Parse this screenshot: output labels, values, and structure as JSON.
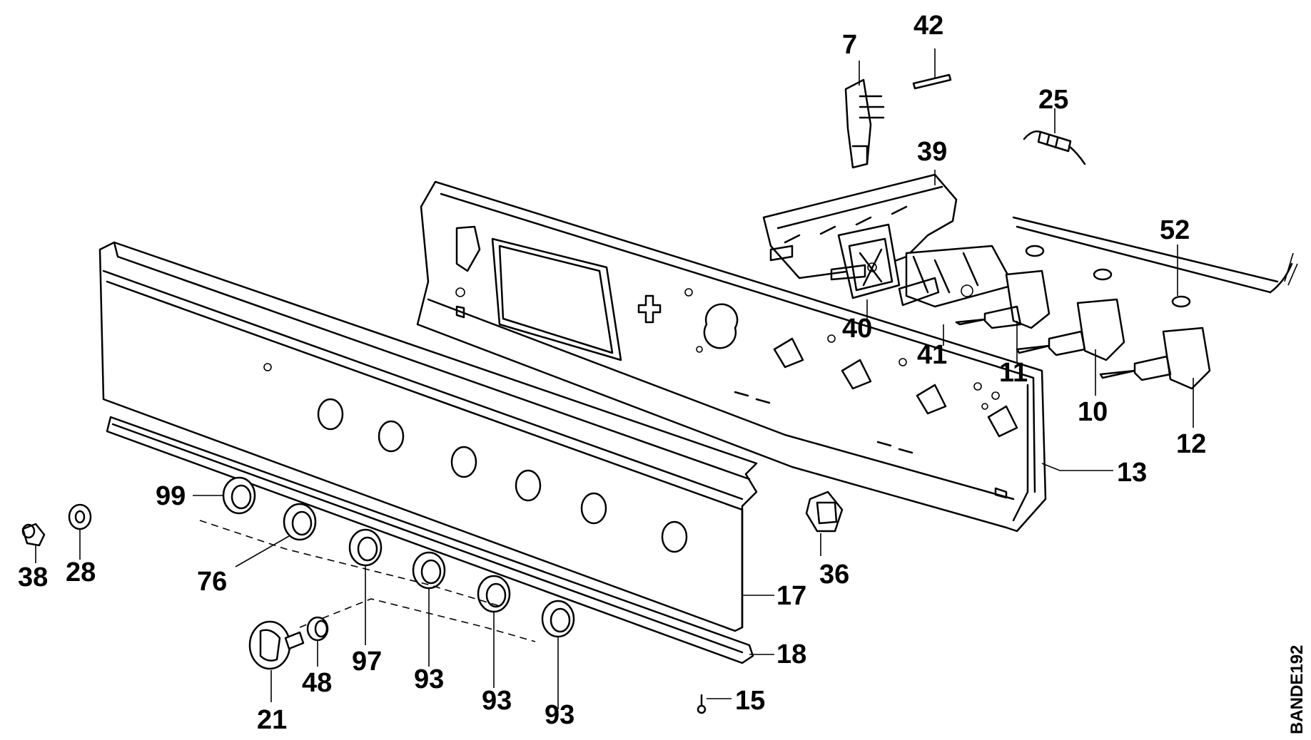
{
  "drawing_code": "BANDE192",
  "callouts": [
    {
      "id": "c7",
      "text": "7"
    },
    {
      "id": "c42",
      "text": "42"
    },
    {
      "id": "c25",
      "text": "25"
    },
    {
      "id": "c39",
      "text": "39"
    },
    {
      "id": "c52",
      "text": "52"
    },
    {
      "id": "c40",
      "text": "40"
    },
    {
      "id": "c41",
      "text": "41"
    },
    {
      "id": "c11",
      "text": "11"
    },
    {
      "id": "c10",
      "text": "10"
    },
    {
      "id": "c12",
      "text": "12"
    },
    {
      "id": "c13",
      "text": "13"
    },
    {
      "id": "c99",
      "text": "99"
    },
    {
      "id": "c38",
      "text": "38"
    },
    {
      "id": "c28",
      "text": "28"
    },
    {
      "id": "c76",
      "text": "76"
    },
    {
      "id": "c36",
      "text": "36"
    },
    {
      "id": "c17",
      "text": "17"
    },
    {
      "id": "c97",
      "text": "97"
    },
    {
      "id": "c93a",
      "text": "93"
    },
    {
      "id": "c93b",
      "text": "93"
    },
    {
      "id": "c93c",
      "text": "93"
    },
    {
      "id": "c18",
      "text": "18"
    },
    {
      "id": "c48",
      "text": "48"
    },
    {
      "id": "c21",
      "text": "21"
    },
    {
      "id": "c15",
      "text": "15"
    }
  ]
}
